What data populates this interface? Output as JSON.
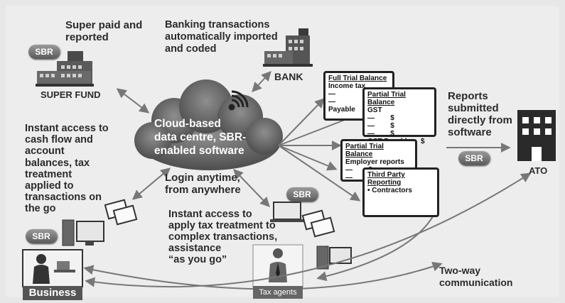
{
  "super": {
    "text": "Super paid and\nreported",
    "fund_label": "SUPER FUND"
  },
  "bank": {
    "text": "Banking transactions\nautomatically imported\nand coded",
    "label": "BANK"
  },
  "cloud": {
    "text": "Cloud-based\ndata centre, SBR-\nenabled software"
  },
  "login": {
    "text": "Login anytime,\nfrom anywhere"
  },
  "left": {
    "text": "Instant access to\ncash flow and\naccount\nbalances, tax\ntreatment\napplied to\ntransactions on\nthe go"
  },
  "mid": {
    "text": "Instant access to\napply tax treatment to\ncomplex transactions,\nassistance\n“as you go”"
  },
  "reports": {
    "text": "Reports\nsubmitted\ndirectly from\nsoftware"
  },
  "ato": {
    "label": "ATO"
  },
  "business": {
    "label": "Business"
  },
  "tax_agents": {
    "label": "Tax agents"
  },
  "two_way": {
    "text": "Two-way\ncommunication"
  },
  "sbr_label": "SBR",
  "docs": {
    "full": {
      "title": "Full Trial Balance",
      "lines": [
        "Income tax",
        "—",
        "—",
        "Payable"
      ]
    },
    "partial1": {
      "title": "Partial Trial Balance",
      "lines": [
        "GST",
        "—        $",
        "—        $",
        "—        $",
        "GST Payable     $"
      ]
    },
    "partial2": {
      "title": "Partial Trial Balance",
      "lines": [
        "Employer reports",
        "—        $",
        "—"
      ]
    },
    "third": {
      "title": "Third Party Reporting",
      "lines": [
        "• Contractors"
      ]
    }
  }
}
